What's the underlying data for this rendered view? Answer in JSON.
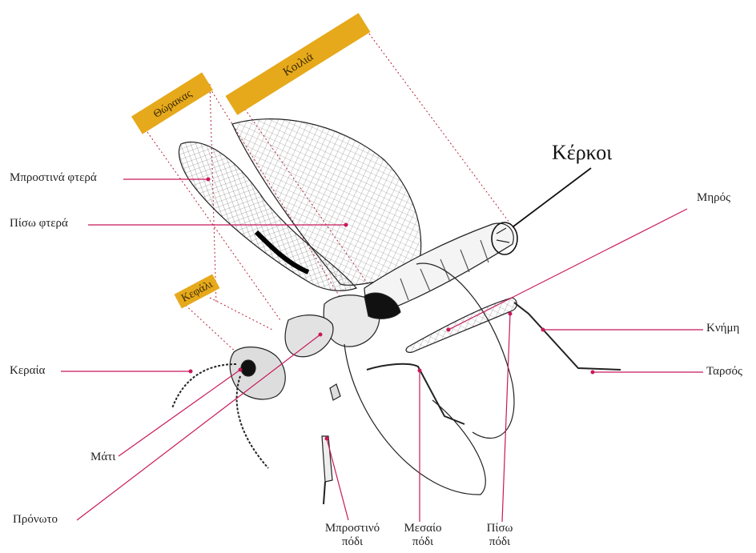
{
  "labels": {
    "abdomen": "Κοιλιά",
    "thorax": "Θώρακας",
    "head": "Κεφάλι",
    "cerci": "Κέρκοι",
    "forewings": "Μπροστινά φτερά",
    "hindwings": "Πίσω φτερά",
    "antenna": "Κεραία",
    "eye": "Μάτι",
    "pronotum": "Πρόνωτο",
    "femur": "Μηρός",
    "tibia": "Κνήμη",
    "tarsus": "Ταρσός",
    "front_leg_1": "Μπροστινό",
    "front_leg_2": "πόδι",
    "middle_leg_1": "Μεσαίο",
    "middle_leg_2": "πόδι",
    "hind_leg_1": "Πίσω",
    "hind_leg_2": "πόδι"
  },
  "colors": {
    "band": "#e6a91c",
    "leader": "#c8185a",
    "dotted": "#b5243a"
  }
}
